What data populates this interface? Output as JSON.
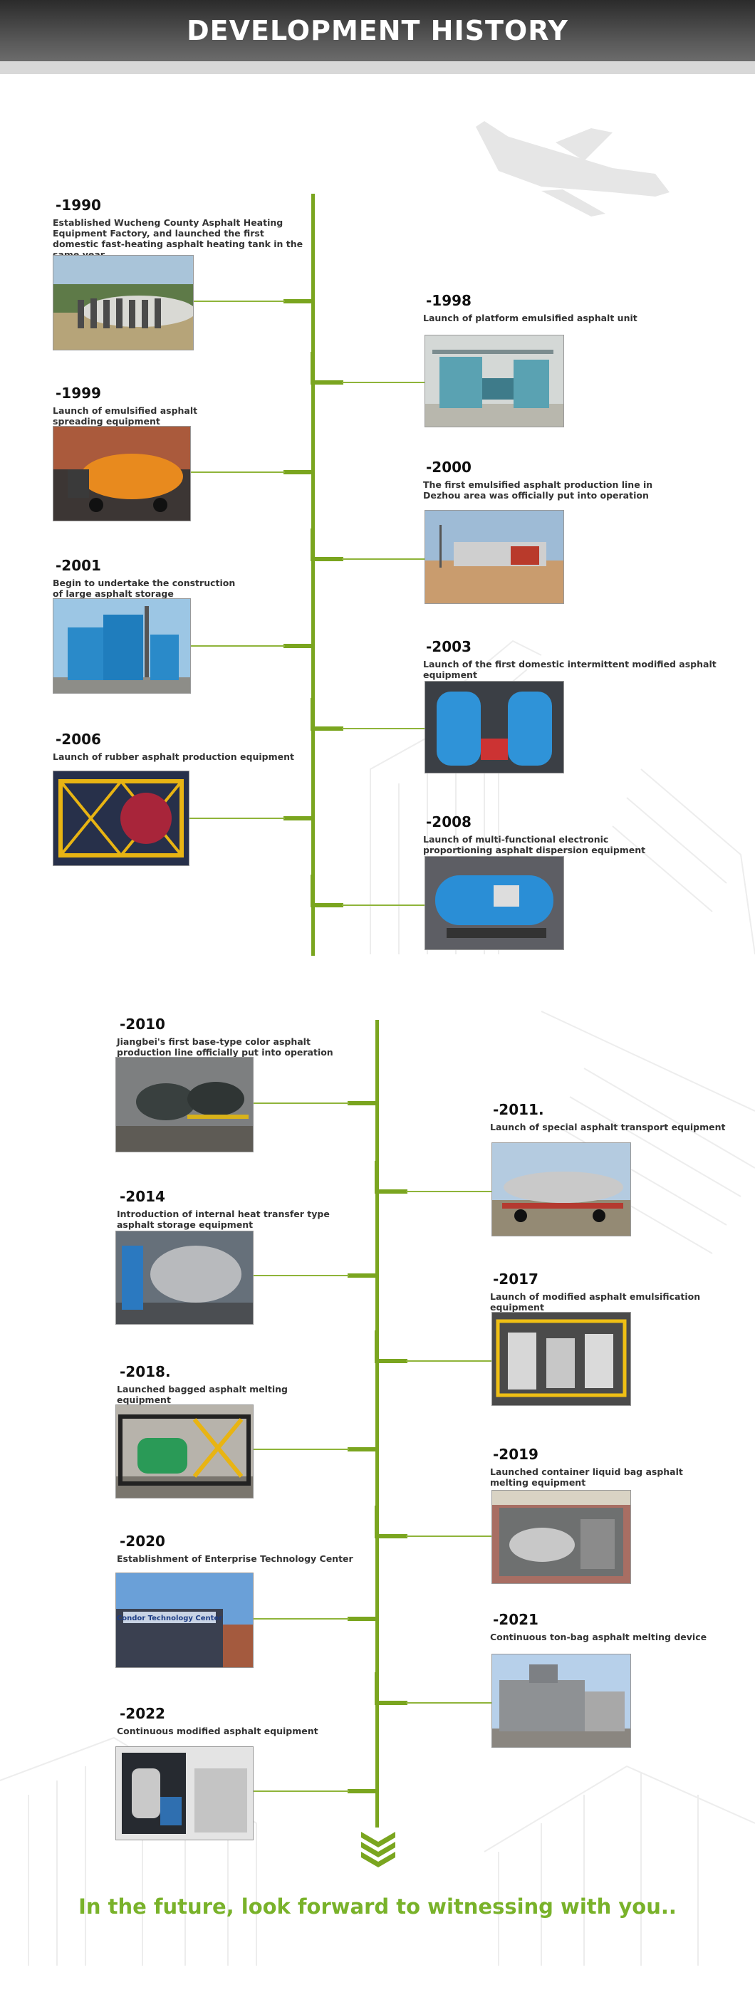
{
  "header": {
    "title": "DEVELOPMENT HISTORY"
  },
  "colors": {
    "accent": "#7aa51f",
    "tagline": "#79b22a",
    "header": "#3a3a3a"
  },
  "timeline1": [
    {
      "year": "-1990",
      "desc": "Established Wucheng County Asphalt Heating Equipment Factory, and launched the first domestic fast-heating asphalt heating tank in the same year.",
      "photo": "tank-workers-photo"
    },
    {
      "year": "-1998",
      "desc": "Launch of platform emulsified asphalt unit",
      "photo": "platform-unit-photo"
    },
    {
      "year": "-1999",
      "desc": "Launch of emulsified asphalt spreading equipment",
      "photo": "spreading-truck-photo"
    },
    {
      "year": "-2000",
      "desc": "The first emulsified asphalt production line in Dezhou area was officially put into operation",
      "photo": "factory-yard-photo"
    },
    {
      "year": "-2001",
      "desc": "Begin to undertake the construction of large asphalt storage",
      "photo": "storage-tanks-photo"
    },
    {
      "year": "-2003",
      "desc": "Launch of the first domestic intermittent modified asphalt equipment",
      "photo": "modified-equipment-photo"
    },
    {
      "year": "-2006",
      "desc": "Launch of rubber asphalt production equipment",
      "photo": "rubber-equipment-photo"
    },
    {
      "year": "-2008",
      "desc": "Launch of multi-functional electronic proportioning asphalt dispersion equipment",
      "photo": "dispersion-equipment-photo"
    }
  ],
  "timeline2": [
    {
      "year": "-2010",
      "desc": "Jiangbei's first base-type color asphalt production line officially put into operation",
      "photo": "production-line-photo"
    },
    {
      "year": "-2011.",
      "desc": "Launch of special asphalt transport equipment",
      "photo": "transport-truck-photo"
    },
    {
      "year": "-2014",
      "desc": "Introduction of internal heat transfer type asphalt storage equipment",
      "photo": "storage-equipment-photo"
    },
    {
      "year": "-2017",
      "desc": "Launch of modified asphalt emulsification equipment",
      "photo": "emulsification-container-photo"
    },
    {
      "year": "-2018.",
      "desc": "Launched bagged asphalt melting equipment",
      "photo": "bagged-melting-photo"
    },
    {
      "year": "-2019",
      "desc": "Launched container liquid bag asphalt melting equipment",
      "photo": "container-melting-photo"
    },
    {
      "year": "-2020",
      "desc": "Establishment of Enterprise Technology Center",
      "photo": "technology-center-photo",
      "sign": "Condor Technology Center"
    },
    {
      "year": "-2021",
      "desc": "Continuous ton-bag asphalt melting device",
      "photo": "ton-bag-device-photo"
    },
    {
      "year": "-2022",
      "desc": "Continuous modified asphalt equipment",
      "photo": "modified-asphalt-photo"
    }
  ],
  "footer": {
    "tagline": "In the future, look forward to witnessing with you.."
  }
}
